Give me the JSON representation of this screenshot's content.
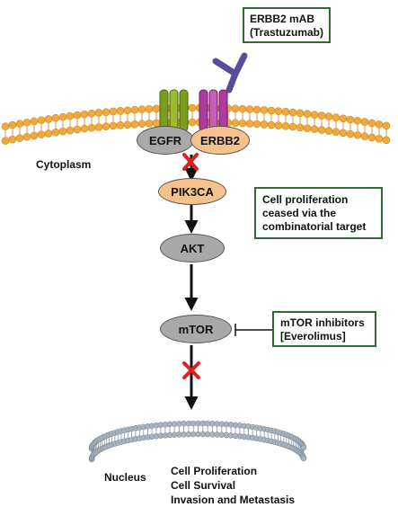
{
  "receptors": {
    "egfr": "EGFR",
    "erbb2": "ERBB2"
  },
  "antibody_box": {
    "line1": "ERBB2 mAB",
    "line2": "(Trastuzumab)"
  },
  "cytoplasm_label": "Cytoplasm",
  "pathway": {
    "pik3ca": "PIK3CA",
    "akt": "AKT",
    "mtor": "mTOR"
  },
  "proliferation_box": {
    "line1": "Cell proliferation",
    "line2": "ceased via the",
    "line3": "combinatorial target"
  },
  "inhibitor_box": {
    "line1": "mTOR inhibitors",
    "line2": "[Everolimus]"
  },
  "nucleus_label": "Nucleus",
  "outcomes": [
    "Cell Proliferation",
    "Cell Survival",
    "Invasion and Metastasis"
  ],
  "colors": {
    "membrane": "#f2a93b",
    "egfr_node": "#a9a9a9",
    "erbb2_node": "#f6c28b",
    "pik3ca_node": "#f6c28b",
    "akt_node": "#a9a9a9",
    "mtor_node": "#a9a9a9",
    "box_border": "#2e6b2e",
    "block_x": "#e02020",
    "nucleus_membrane": "#a8b4bf",
    "egfr_receptor": "#7c9c1c",
    "erbb2_receptor": "#b03aa0",
    "antibody": "#5a4a9a"
  },
  "icons": [
    "block-x-icon",
    "antibody-icon",
    "inhibition-bar-icon"
  ]
}
